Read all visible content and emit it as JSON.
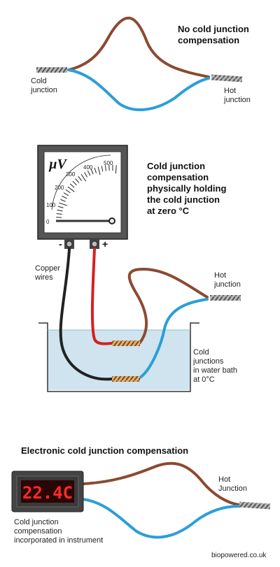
{
  "section1": {
    "title": "No cold junction\ncompensation",
    "cold_label": "Cold\njunction",
    "hot_label": "Hot\njunction"
  },
  "section2": {
    "title": "Cold junction\ncompensation\nphysically holding\nthe cold junction\nat zero °C",
    "meter": {
      "unit": "µV",
      "scale": [
        "0",
        "100",
        "200",
        "300",
        "400",
        "500"
      ],
      "terminal_minus": "-",
      "terminal_plus": "+"
    },
    "copper_label": "Copper\nwires",
    "hot_label": "Hot\njunction",
    "bath_label": "Cold\njunctions\nin water bath\nat 0°C"
  },
  "section3": {
    "title": "Electronic cold junction compensation",
    "display_reading": "22.4C",
    "caption": "Cold junction\ncompensation\nincorporated in instrument",
    "hot_label": "Hot\nJunction"
  },
  "footer": {
    "credit": "biopowered.co.uk"
  },
  "colors": {
    "brown_wire": "#8b4a32",
    "blue_wire": "#2b9fd8",
    "red_wire": "#d62020",
    "black_wire": "#222222",
    "display_digits": "#ff2a2a",
    "water": "#cfe4ee"
  }
}
